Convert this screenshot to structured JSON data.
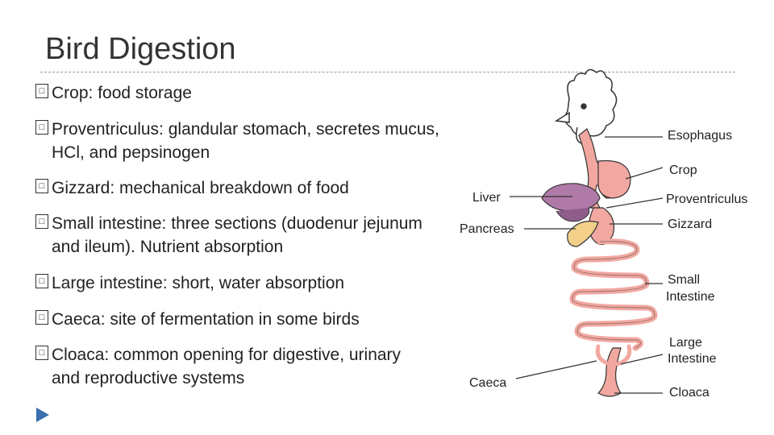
{
  "slide": {
    "title": "Bird Digestion",
    "bullet_glyph": "□",
    "bullets": [
      {
        "term": "Crop:",
        "desc": " food storage"
      },
      {
        "term": "Proventriculus:",
        "desc": " glandular stomach, secretes mucus, HCl, and pepsinogen"
      },
      {
        "term": "Gizzard:",
        "desc": " mechanical breakdown of food"
      },
      {
        "term": "Small intestine:",
        "desc": " three sections (duodenur jejunum and ileum). Nutrient absorption"
      },
      {
        "term": "Large intestine:",
        "desc": " short, water absorption"
      },
      {
        "term": "Caeca:",
        "desc": " site of fermentation in some birds"
      },
      {
        "term": "Cloaca:",
        "desc": " common opening for digestive, urinary and reproductive systems"
      }
    ]
  },
  "diagram": {
    "labels": {
      "esophagus": "Esophagus",
      "crop": "Crop",
      "liver": "Liver",
      "proventriculus": "Proventriculus",
      "pancreas": "Pancreas",
      "gizzard": "Gizzard",
      "small_intestine_1": "Small",
      "small_intestine_2": "Intestine",
      "large_intestine_1": "Large",
      "large_intestine_2": "Intestine",
      "caeca": "Caeca",
      "cloaca": "Cloaca"
    },
    "colors": {
      "gut": "#f2a8a0",
      "liver": "#b07aa8",
      "pancreas": "#f3d08a",
      "outline": "#333333"
    }
  }
}
